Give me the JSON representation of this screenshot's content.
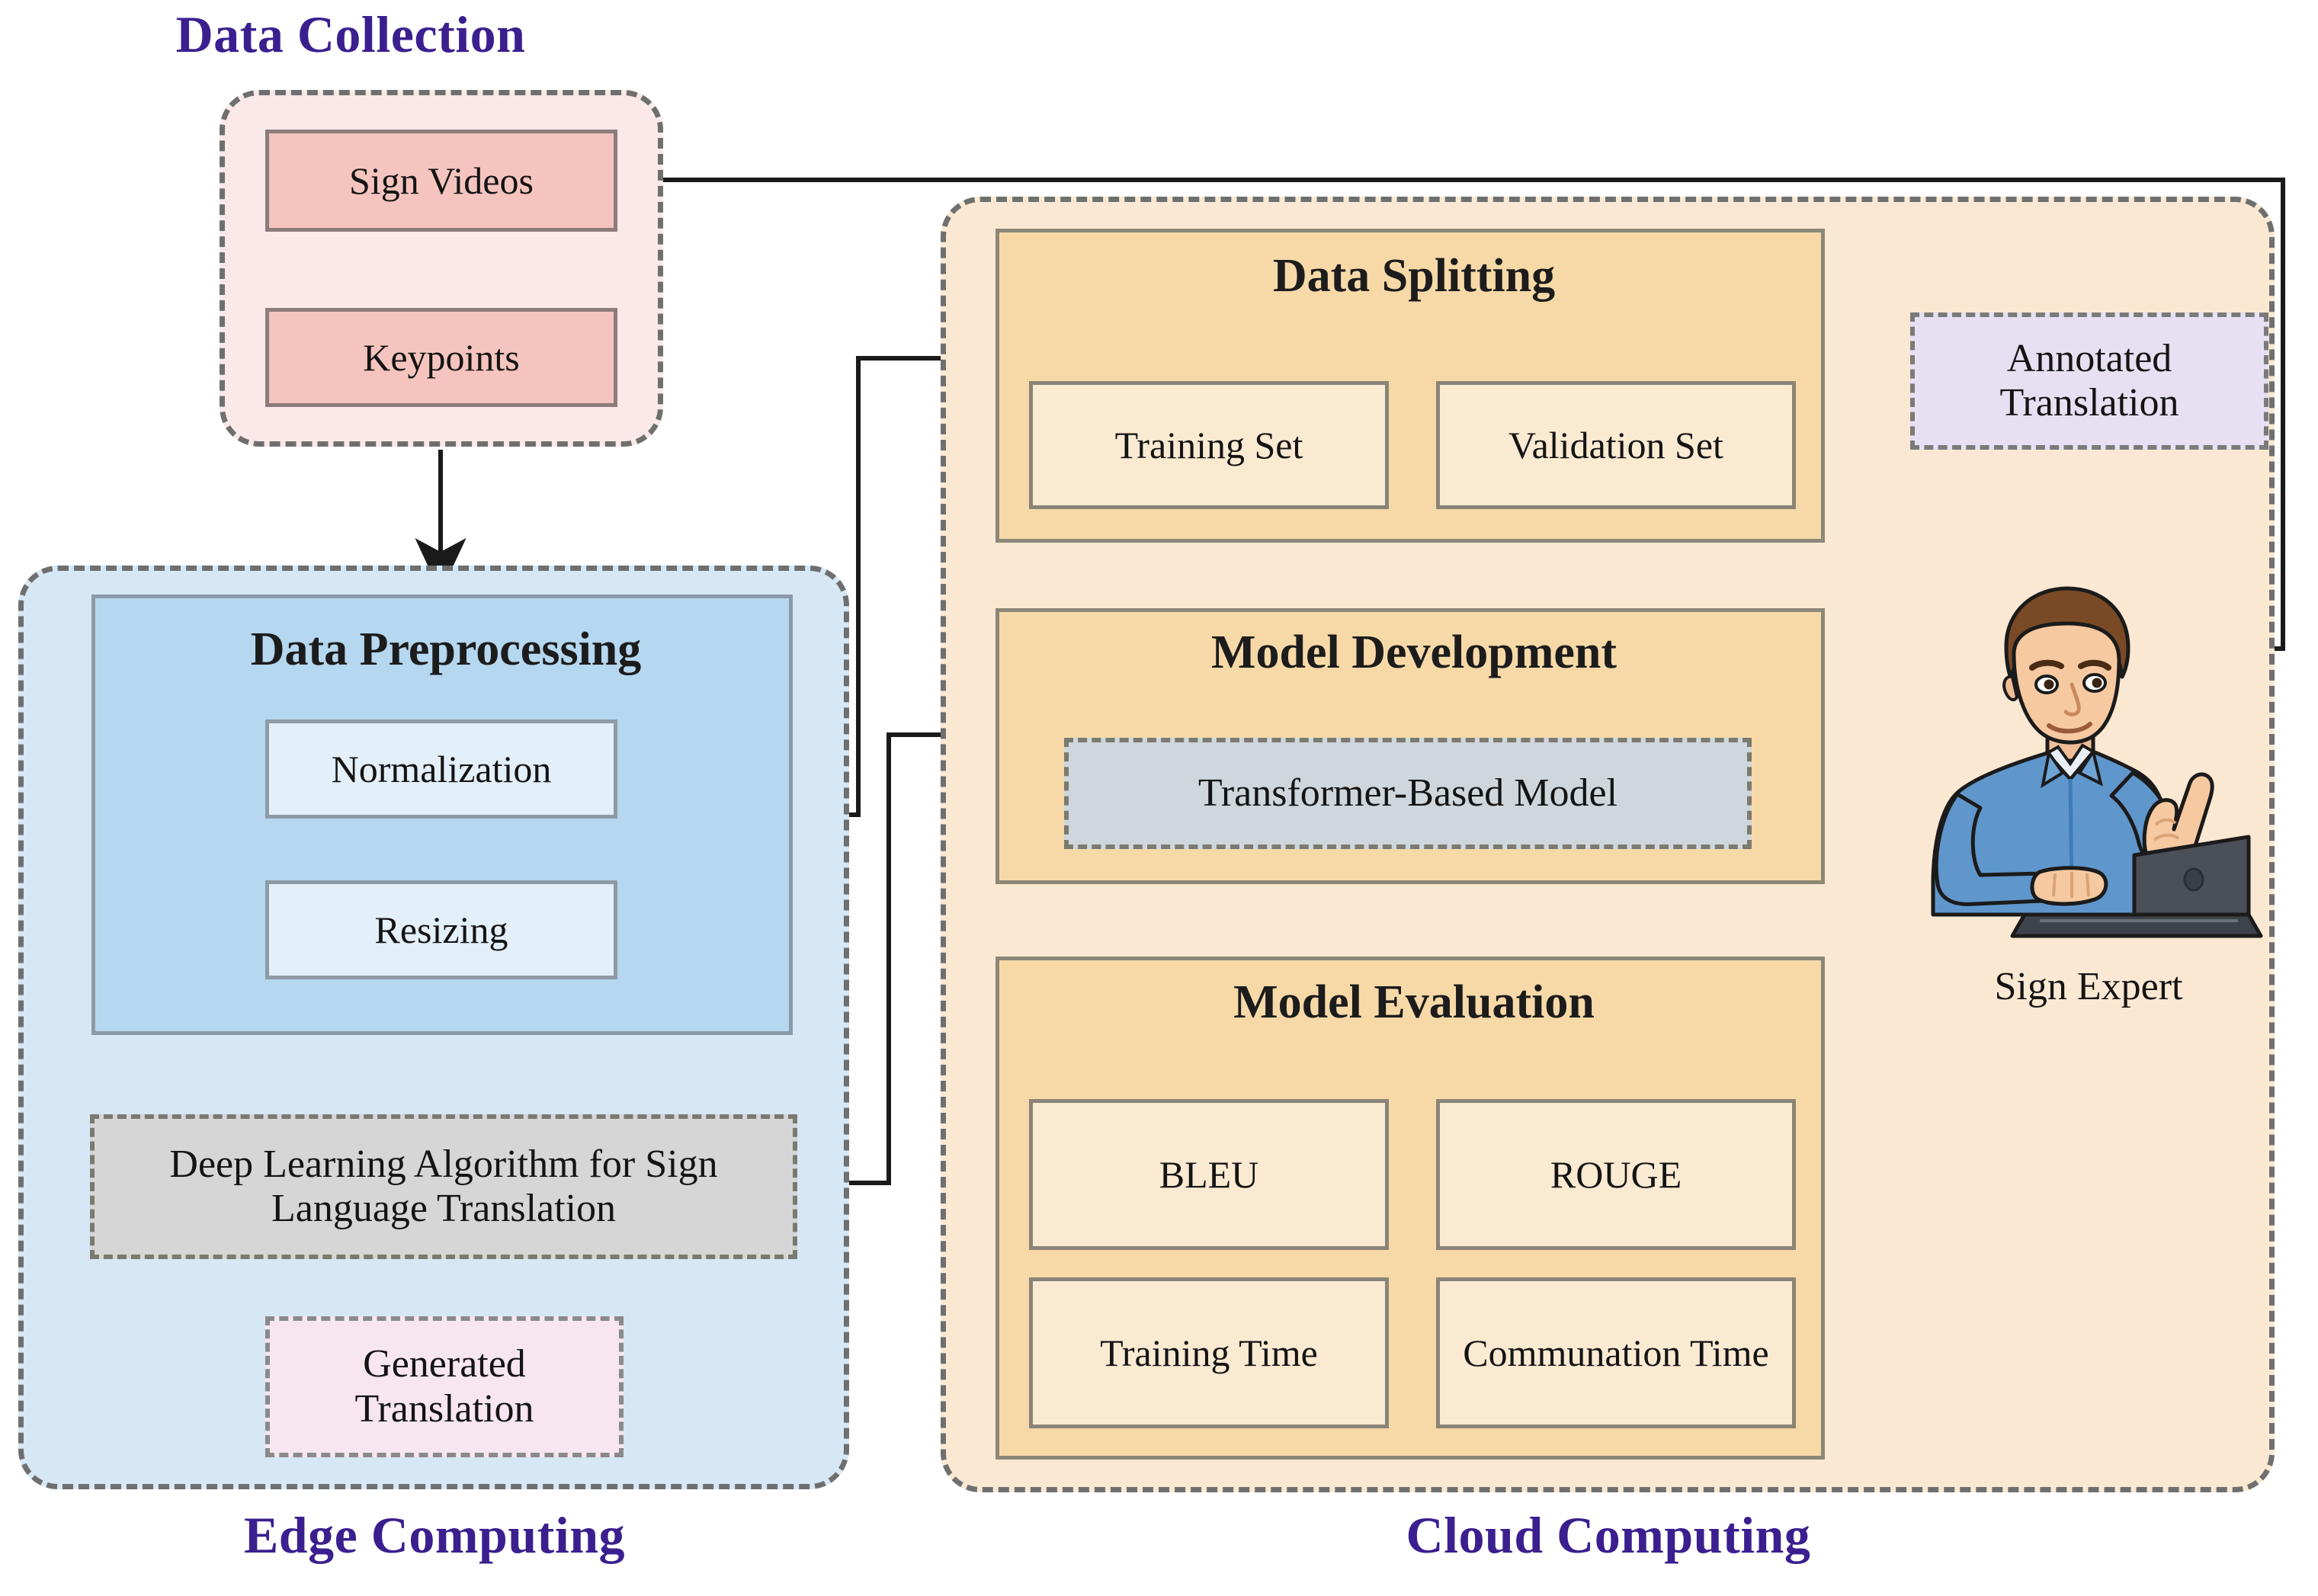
{
  "diagram": {
    "title_data_collection": "Data Collection",
    "title_edge_computing": "Edge Computing",
    "title_cloud_computing": "Cloud Computing"
  },
  "data_collection": {
    "items": [
      {
        "label": "Sign Videos"
      },
      {
        "label": "Keypoints"
      }
    ]
  },
  "edge": {
    "preprocessing": {
      "title": "Data Preprocessing",
      "steps": [
        {
          "label": "Normalization"
        },
        {
          "label": "Resizing"
        }
      ]
    },
    "algorithm": {
      "label": "Deep Learning Algorithm for Sign Language Translation"
    },
    "output": {
      "label": "Generated Translation"
    }
  },
  "cloud": {
    "data_splitting": {
      "title": "Data Splitting",
      "sets": [
        {
          "label": "Training Set"
        },
        {
          "label": "Validation Set"
        }
      ]
    },
    "model_development": {
      "title": "Model Development",
      "model": {
        "label": "Transformer-Based Model"
      }
    },
    "model_evaluation": {
      "title": "Model Evaluation",
      "metrics": [
        {
          "label": "BLEU"
        },
        {
          "label": "ROUGE"
        },
        {
          "label": "Training Time"
        },
        {
          "label": "Communation Time"
        }
      ]
    },
    "annotated_translation": {
      "label": "Annotated Translation"
    },
    "expert": {
      "caption": "Sign Expert"
    }
  },
  "colors": {
    "title_purple": "#3b1f8f",
    "collection_bg": "#fbe9e9",
    "collection_box": "#f6c4bf",
    "edge_bg": "#d6e7f5",
    "edge_panel": "#b5d7ef",
    "edge_box": "#e3eff9",
    "cloud_bg": "#fbe8d2",
    "cloud_panel": "#f7d9a8",
    "cloud_box": "#fbead2",
    "gray_box": "#d6d6d6",
    "lavender_box": "#e6e0f2",
    "pink_dashed_box": "#f7e6f0",
    "connector": "#1a1a1a"
  }
}
